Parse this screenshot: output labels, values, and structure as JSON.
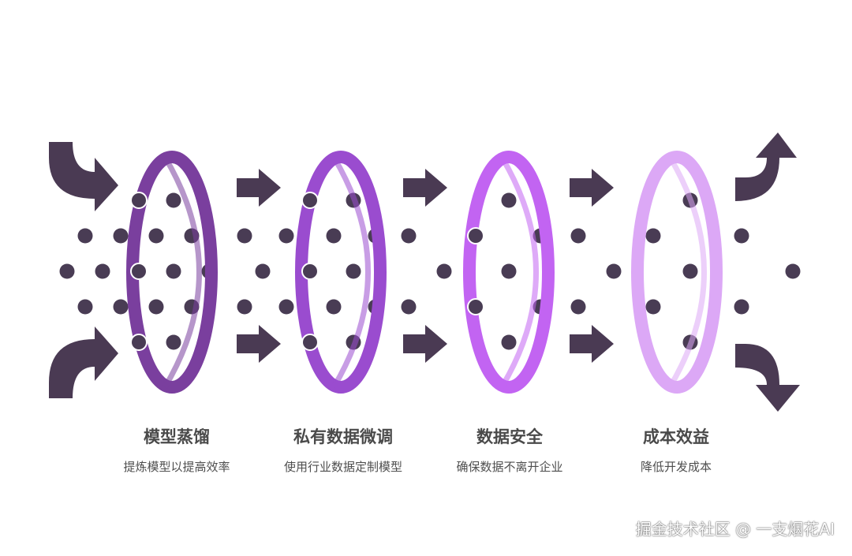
{
  "colors": {
    "arrow": "#4a3a53",
    "dot": "#493c54",
    "background": "#ffffff",
    "text": "#4a4a4a",
    "filters": [
      "#7a3f9e",
      "#9a4ccf",
      "#c264f2",
      "#dca8f6"
    ]
  },
  "stages": [
    {
      "title": "模型蒸馏",
      "description": "提炼模型以提高效率"
    },
    {
      "title": "私有数据微调",
      "description": "使用行业数据定制模型"
    },
    {
      "title": "数据安全",
      "description": "确保数据不离开企业"
    },
    {
      "title": "成本效益",
      "description": "降低开发成本"
    }
  ],
  "watermark": "掘金技术社区 @ 一支烟花AI"
}
